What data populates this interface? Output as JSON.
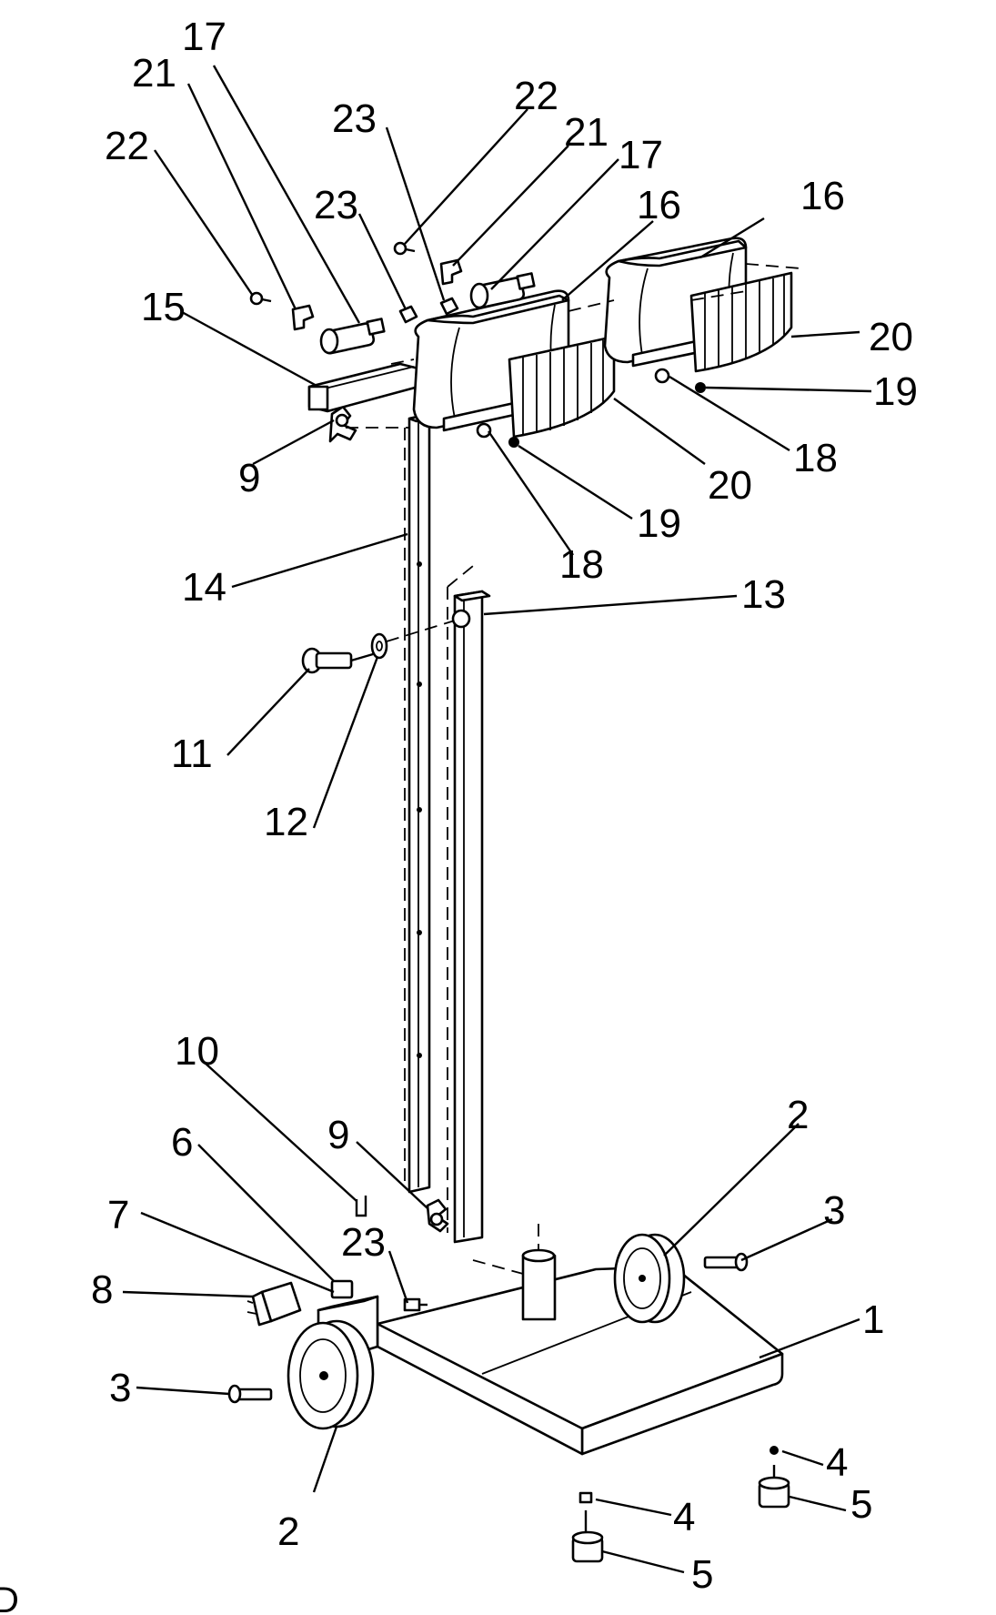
{
  "labels": [
    {
      "id": "l1",
      "text": "1"
    },
    {
      "id": "l2a",
      "text": "2"
    },
    {
      "id": "l2b",
      "text": "2"
    },
    {
      "id": "l3a",
      "text": "3"
    },
    {
      "id": "l3b",
      "text": "3"
    },
    {
      "id": "l4a",
      "text": "4"
    },
    {
      "id": "l4b",
      "text": "4"
    },
    {
      "id": "l5a",
      "text": "5"
    },
    {
      "id": "l5b",
      "text": "5"
    },
    {
      "id": "l6",
      "text": "6"
    },
    {
      "id": "l7",
      "text": "7"
    },
    {
      "id": "l8",
      "text": "8"
    },
    {
      "id": "l9a",
      "text": "9"
    },
    {
      "id": "l9b",
      "text": "9"
    },
    {
      "id": "l10",
      "text": "10"
    },
    {
      "id": "l11",
      "text": "11"
    },
    {
      "id": "l12",
      "text": "12"
    },
    {
      "id": "l13",
      "text": "13"
    },
    {
      "id": "l14",
      "text": "14"
    },
    {
      "id": "l15",
      "text": "15"
    },
    {
      "id": "l16a",
      "text": "16"
    },
    {
      "id": "l16b",
      "text": "16"
    },
    {
      "id": "l17a",
      "text": "17"
    },
    {
      "id": "l17b",
      "text": "17"
    },
    {
      "id": "l18a",
      "text": "18"
    },
    {
      "id": "l18b",
      "text": "18"
    },
    {
      "id": "l19a",
      "text": "19"
    },
    {
      "id": "l19b",
      "text": "19"
    },
    {
      "id": "l20a",
      "text": "20"
    },
    {
      "id": "l20b",
      "text": "20"
    },
    {
      "id": "l21a",
      "text": "21"
    },
    {
      "id": "l21b",
      "text": "21"
    },
    {
      "id": "l22a",
      "text": "22"
    },
    {
      "id": "l22b",
      "text": "22"
    },
    {
      "id": "l23a",
      "text": "23"
    },
    {
      "id": "l23b",
      "text": "23"
    },
    {
      "id": "l23c",
      "text": "23"
    }
  ],
  "corner_mark": "D"
}
